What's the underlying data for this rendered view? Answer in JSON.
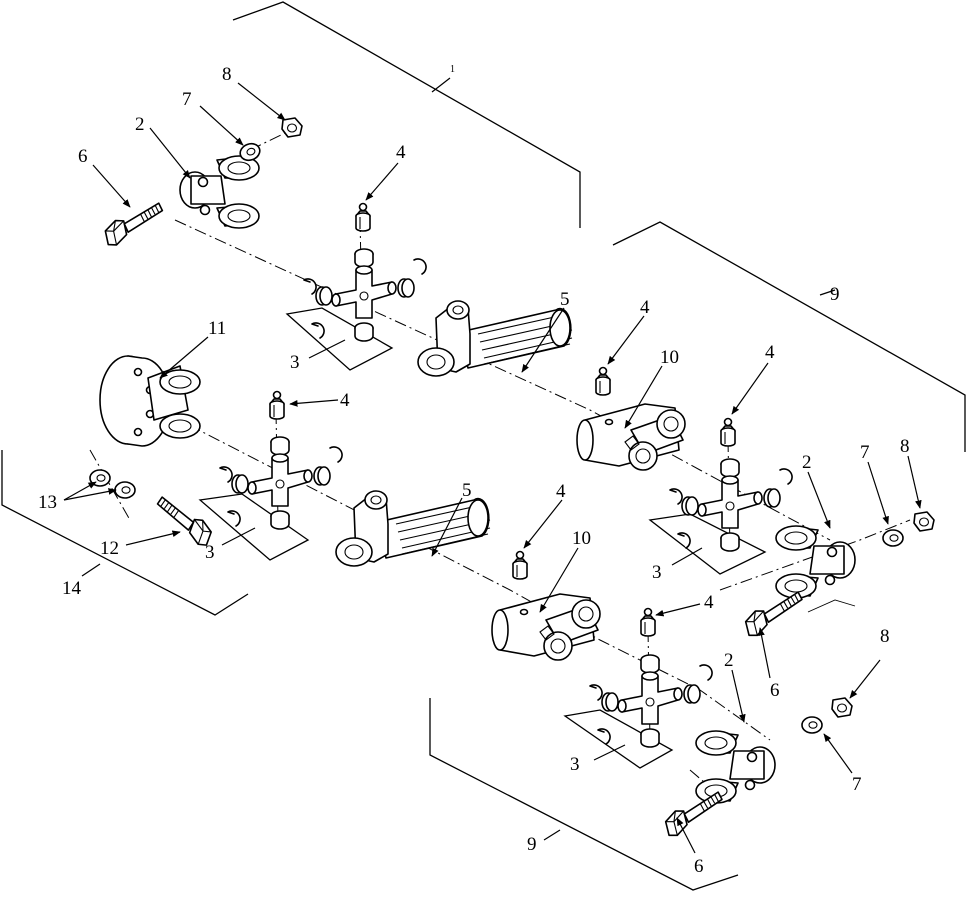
{
  "diagram": {
    "type": "exploded-parts-view",
    "line_color": "#000000",
    "background": "#ffffff"
  },
  "callouts": {
    "c1": "1",
    "c2": "2",
    "c3": "3",
    "c4": "4",
    "c5": "5",
    "c6": "6",
    "c7": "7",
    "c8": "8",
    "c9": "9",
    "c10": "10",
    "c11": "11",
    "c12": "12",
    "c13": "13",
    "c14": "14"
  }
}
